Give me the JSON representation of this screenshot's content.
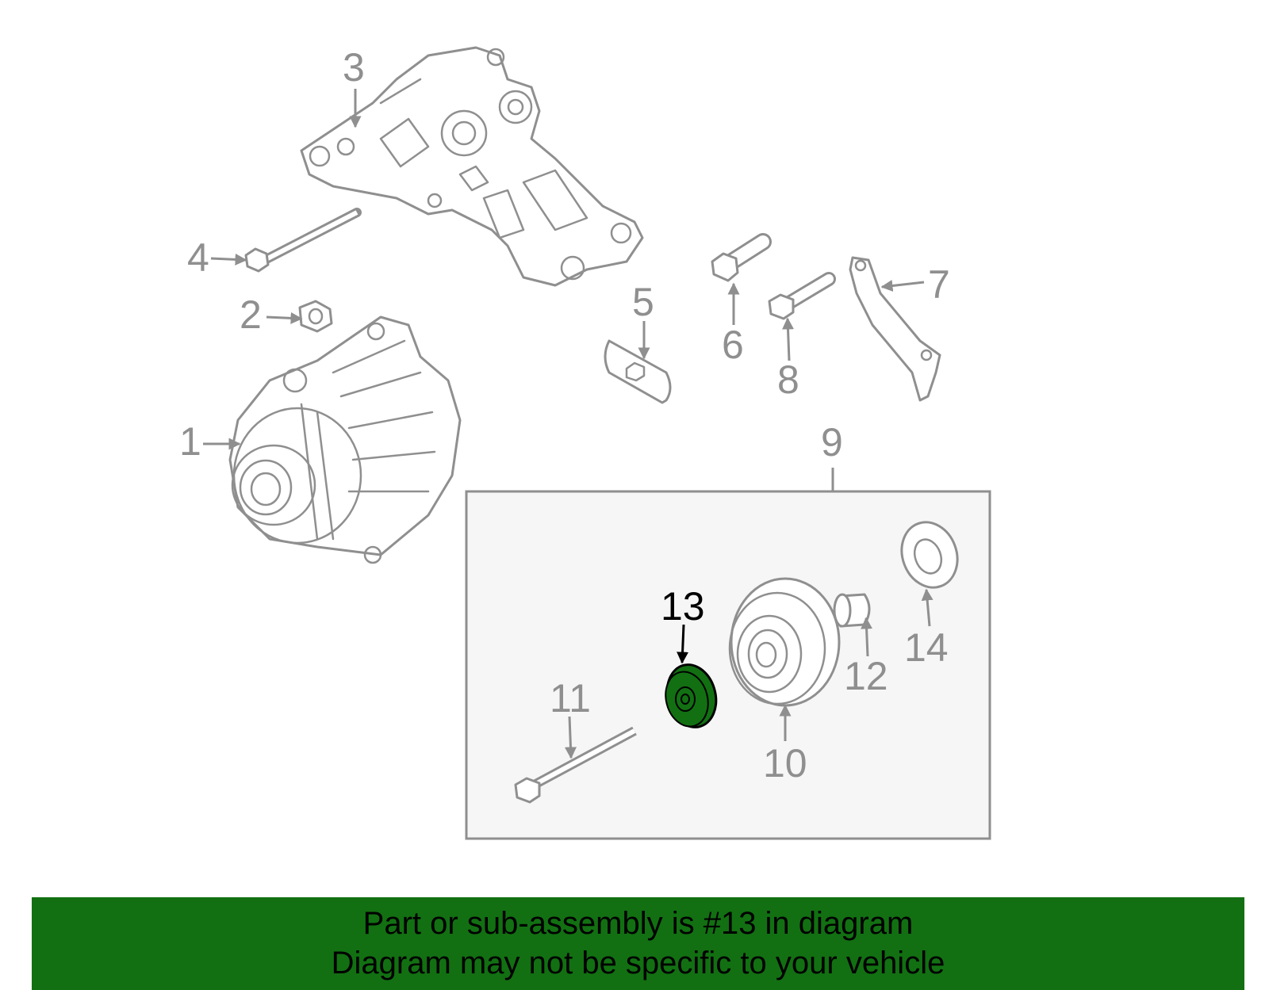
{
  "callouts": [
    "1",
    "2",
    "3",
    "4",
    "5",
    "6",
    "7",
    "8",
    "9",
    "10",
    "11",
    "12",
    "13",
    "14"
  ],
  "highlighted_callout": "13",
  "colors": {
    "banner": "#127012",
    "highlight_part": "#127012",
    "line": "#8f8f8f",
    "box_fill": "#f6f6f6"
  },
  "banner": {
    "line1": "Part or sub-assembly is #13 in diagram",
    "line2": "Diagram may not be specific to your vehicle"
  }
}
